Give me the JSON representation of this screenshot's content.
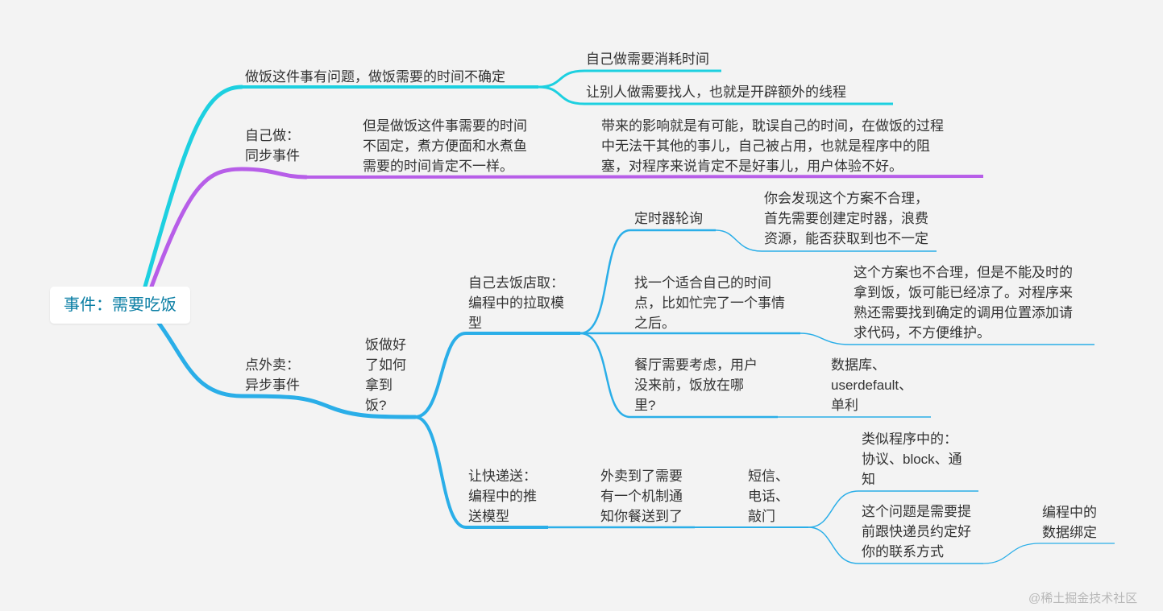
{
  "root": {
    "label": "事件：需要吃饭"
  },
  "branch1": {
    "label": "做饭这件事有问题，做饭需要的时间不确定",
    "child1": "自己做需要消耗时间",
    "child2": "让别人做需要找人，也就是开辟额外的线程"
  },
  "branch2": {
    "label": [
      "自己做：",
      "同步事件"
    ],
    "child": [
      "但是做饭这件事需要的时间",
      "不固定，煮方便面和水煮鱼",
      "需要的时间肯定不一样。"
    ],
    "grandchild": [
      "带来的影响就是有可能，耽误自己的时间，在做饭的过程",
      "中无法干其他的事儿，自己被占用，也就是程序中的阻",
      "塞，对程序来说肯定不是好事儿，用户体验不好。"
    ]
  },
  "branch3": {
    "label": [
      "点外卖：",
      "异步事件"
    ],
    "question": [
      "饭做好",
      "了如何",
      "拿到",
      "饭?"
    ],
    "pull": {
      "label": [
        "自己去饭店取：",
        "编程中的拉取模",
        "型"
      ],
      "timer": "定时器轮询",
      "timer_note": [
        "你会发现这个方案不合理，",
        "首先需要创建定时器，浪费",
        "资源，能否获取到也不一定"
      ],
      "find_time": [
        "找一个适合自己的时间",
        "点，比如忙完了一个事情",
        "之后。"
      ],
      "find_time_note": [
        "这个方案也不合理，但是不能及时的",
        "拿到饭，饭可能已经凉了。对程序来",
        "熟还需要找到确定的调用位置添加请",
        "求代码，不方便维护。"
      ],
      "restaurant": [
        "餐厅需要考虑，用户",
        "没来前，饭放在哪",
        "里?"
      ],
      "restaurant_note": [
        "数据库、",
        "userdefault、",
        "单利"
      ]
    },
    "push": {
      "label": [
        "让快递送：",
        "编程中的推",
        "送模型"
      ],
      "mechanism": [
        "外卖到了需要",
        "有一个机制通",
        "知你餐送到了"
      ],
      "channels": [
        "短信、",
        "电话、",
        "敲门"
      ],
      "analogy": [
        "类似程序中的：",
        "协议、block、通",
        "知"
      ],
      "contact": [
        "这个问题是需要提",
        "前跟快递员约定好",
        "你的联系方式"
      ],
      "binding": [
        "编程中的",
        "数据绑定"
      ]
    }
  },
  "watermark": "@稀土掘金技术社区",
  "colors": {
    "cyan": "#1dd0e0",
    "purple": "#b75ee8",
    "blue": "#2aaee8",
    "root_text": "#0a7ea4"
  }
}
